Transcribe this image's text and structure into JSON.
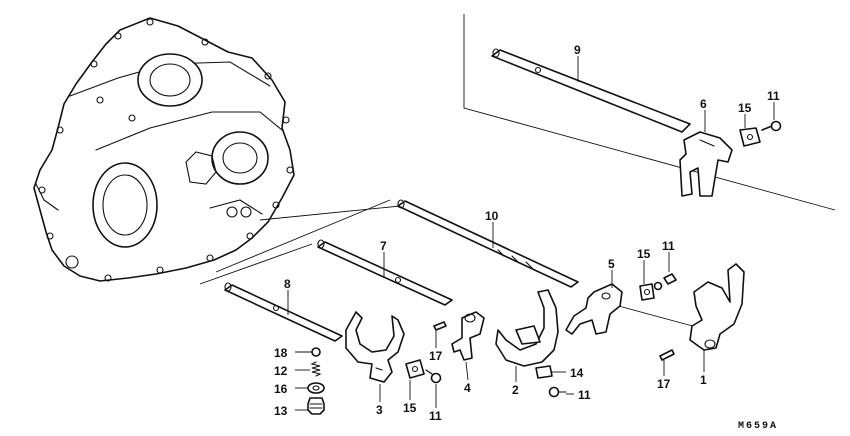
{
  "diagram": {
    "drawing_code": "M659A",
    "callouts": {
      "n1": "1",
      "n2": "2",
      "n3": "3",
      "n4": "4",
      "n5": "5",
      "n6": "6",
      "n7": "7",
      "n8": "8",
      "n9": "9",
      "n10": "10",
      "n11a": "11",
      "n11b": "11",
      "n11c": "11",
      "n11d": "11",
      "n12": "12",
      "n13": "13",
      "n14": "14",
      "n15a": "15",
      "n15b": "15",
      "n15c": "15",
      "n16": "16",
      "n17a": "17",
      "n17b": "17",
      "n18": "18"
    }
  }
}
